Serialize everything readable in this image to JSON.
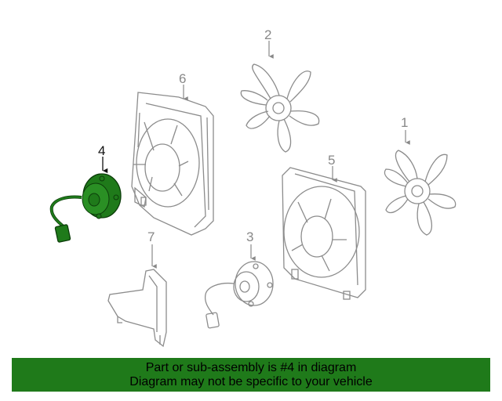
{
  "diagram": {
    "callouts": {
      "c1": "1",
      "c2": "2",
      "c3": "3",
      "c4": "4",
      "c5": "5",
      "c6": "6",
      "c7": "7"
    },
    "highlight_part": "4",
    "highlight_color": "#1f7a1a",
    "line_color": "#8c8c8c"
  },
  "banner": {
    "line1": "Part or sub-assembly is #4 in diagram",
    "line2": "Diagram may not be specific to your vehicle",
    "background": "#1f7a1a"
  }
}
